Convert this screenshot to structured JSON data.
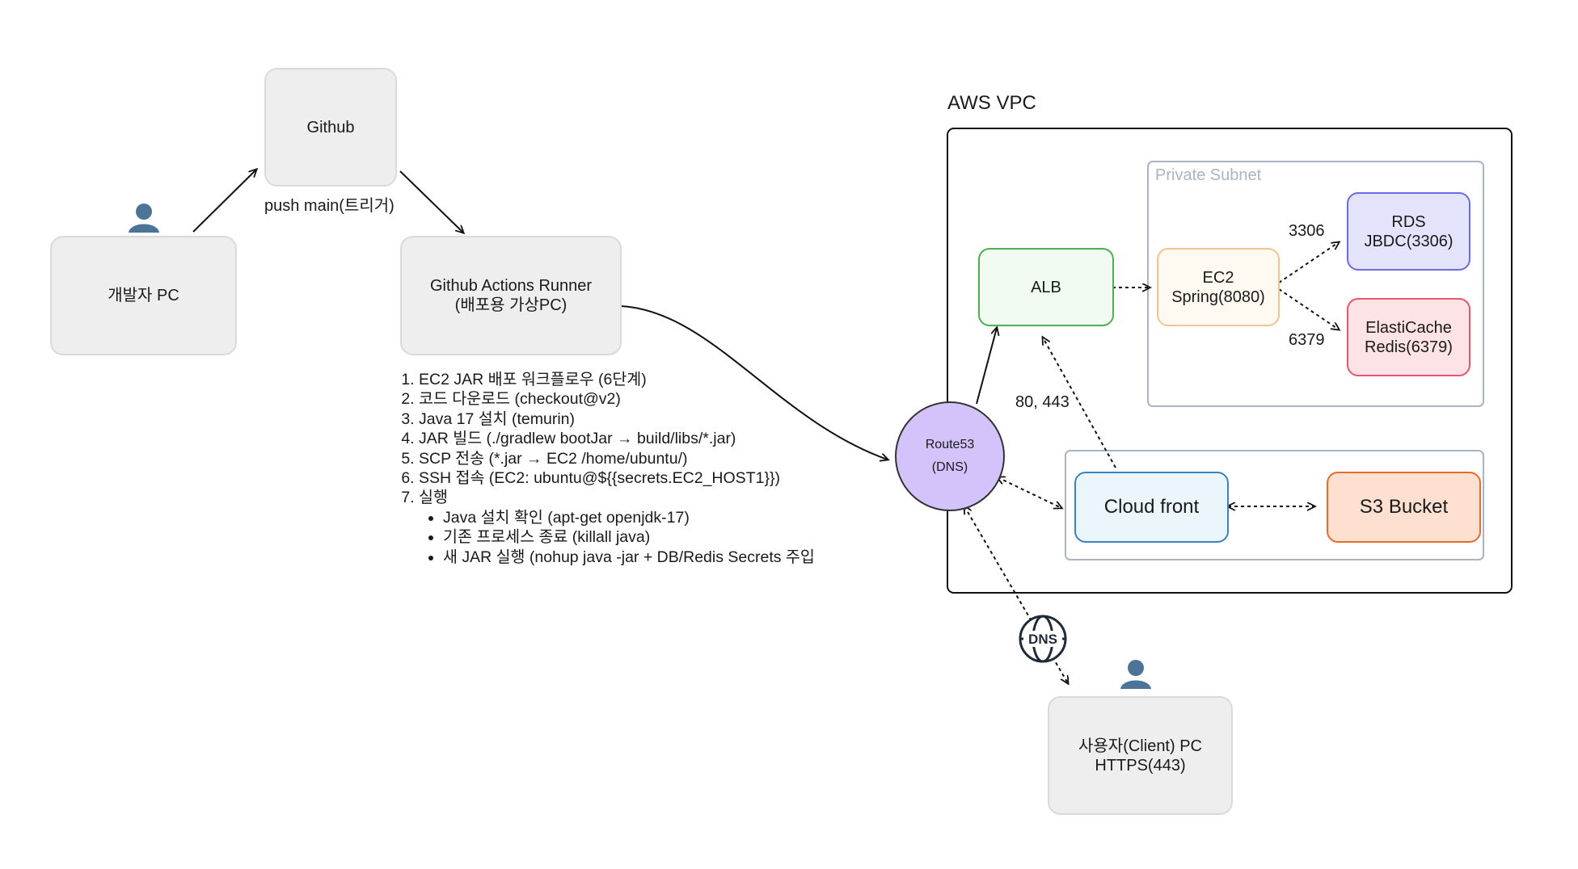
{
  "nodes": {
    "dev_pc": "개발자 PC",
    "github": "Github",
    "runner_line1": "Github Actions Runner",
    "runner_line2": "(배포용 가상PC)",
    "alb": "ALB",
    "ec2_line1": "EC2",
    "ec2_line2": "Spring(8080)",
    "rds_line1": "RDS",
    "rds_line2": "JBDC(3306)",
    "cache_line1": "ElastiCache",
    "cache_line2": "Redis(6379)",
    "route53_line1": "Route53",
    "route53_line2": "(DNS)",
    "cloudfront": "Cloud front",
    "s3": "S3 Bucket",
    "client_line1": "사용자(Client) PC",
    "client_line2": "HTTPS(443)"
  },
  "labels": {
    "push": "push main(트리거)",
    "vpc": "AWS VPC",
    "private_subnet": "Private Subnet",
    "port_rds": "3306",
    "port_cache": "6379",
    "ports_http": "80, 443",
    "dns_badge": "DNS"
  },
  "steps": [
    "EC2 JAR 배포 워크플로우 (6단계)",
    "코드 다운로드 (checkout@v2)",
    "Java 17 설치 (temurin)",
    "JAR 빌드 (./gradlew bootJar → build/libs/*.jar)",
    "SCP 전송 (*.jar → EC2 /home/ubuntu/)",
    "SSH 접속 (EC2: ubuntu@${{secrets.EC2_HOST1}})",
    "실행"
  ],
  "substeps": [
    "Java 설치 확인 (apt-get openjdk-17)",
    "기존 프로세스 종료 (killall java)",
    "새 JAR 실행 (nohup java -jar + DB/Redis Secrets 주입"
  ],
  "colors": {
    "alb": "#4caf50",
    "ec2": "#f6c38f",
    "rds": "#6b6be6",
    "cache": "#e8556f",
    "route53": "#d4c2fb",
    "cloudfront": "#3b82c4",
    "s3": "#e86b2a",
    "subnet_border": "#a9b4c4"
  },
  "icons": [
    "user-icon",
    "globe-dns-icon"
  ]
}
